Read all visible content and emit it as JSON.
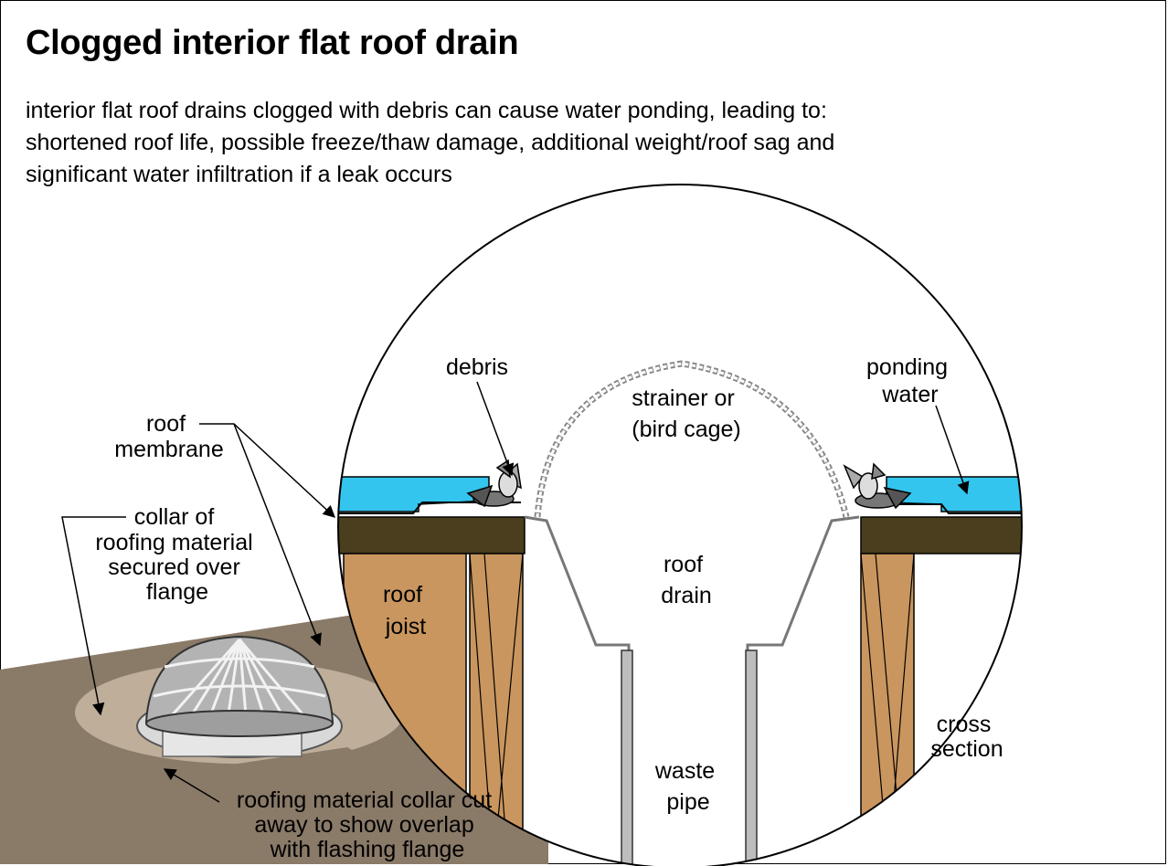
{
  "title": "Clogged interior flat roof drain",
  "intro_lines": [
    "interior flat roof drains clogged with debris can cause water ponding, leading to:",
    "shortened roof life, possible freeze/thaw damage, additional weight/roof sag and",
    "significant water infiltration if a leak occurs"
  ],
  "labels": {
    "debris": "debris",
    "ponding_water": [
      "ponding",
      "water"
    ],
    "strainer": [
      "strainer or",
      "(bird cage)"
    ],
    "roof_membrane": [
      "roof",
      "membrane"
    ],
    "collar": [
      "collar of",
      "roofing material",
      "secured over",
      "flange"
    ],
    "roof_joist": [
      "roof",
      "joist"
    ],
    "roof_drain": [
      "roof",
      "drain"
    ],
    "waste_pipe": [
      "waste",
      "pipe"
    ],
    "cross_section": [
      "cross",
      "section"
    ],
    "collar_cut": [
      "roofing material collar cut",
      "away to show overlap",
      "with flashing flange"
    ]
  },
  "colors": {
    "water": "#33c5ee",
    "deck": "#4a3e1e",
    "joist": "#c9965f",
    "roof_surface": "#8a7a68",
    "collar": "#bfae99"
  }
}
